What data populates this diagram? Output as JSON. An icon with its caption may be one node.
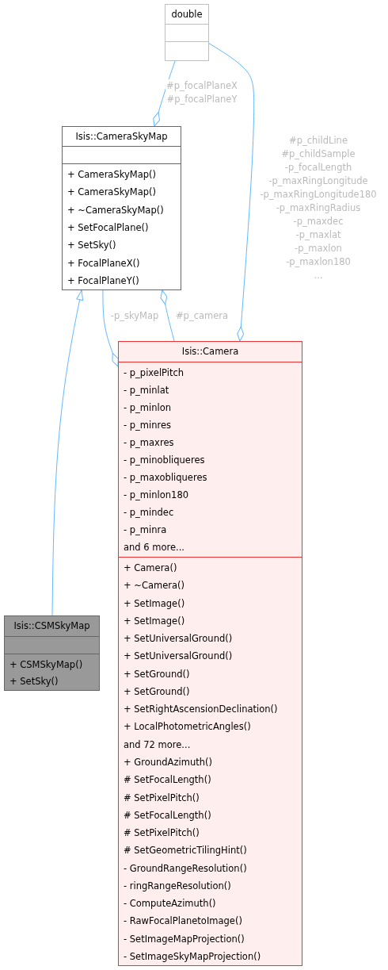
{
  "diagram": {
    "nodes": [
      {
        "text": [
          "double"
        ]
      },
      {
        "text": [
          "Isis::CameraSkyMap",
          "+ CameraSkyMap()",
          "+ CameraSkyMap()",
          "+ ~CameraSkyMap()",
          "+ SetFocalPlane()",
          "+ SetSky()",
          "+ FocalPlaneX()",
          "+ FocalPlaneY()"
        ]
      },
      {
        "text": [
          "Isis::Camera",
          "- p_pixelPitch",
          "- p_minlat",
          "- p_minlon",
          "- p_minres",
          "- p_maxres",
          "- p_minobliqueres",
          "- p_maxobliqueres",
          "- p_minlon180",
          "- p_mindec",
          "- p_minra",
          "and 6 more...",
          "+ Camera()",
          "+ ~Camera()",
          "+ SetImage()",
          "+ SetImage()",
          "+ SetUniversalGround()",
          "+ SetUniversalGround()",
          "+ SetGround()",
          "+ SetGround()",
          "+ SetRightAscensionDeclination()",
          "+ LocalPhotometricAngles()",
          "and 72 more...",
          "+ GroundAzimuth()",
          "# SetFocalLength()",
          "# SetPixelPitch()",
          "# SetFocalLength()",
          "# SetPixelPitch()",
          "# SetGeometricTilingHint()",
          "- GroundRangeResolution()",
          "- ringRangeResolution()",
          "- ComputeAzimuth()",
          "- RawFocalPlanetoImage()",
          "- SetImageMapProjection()",
          "- SetImageSkyMapProjection()"
        ]
      },
      {
        "text": [
          "Isis::CSMSkyMap",
          "+ CSMSkyMap()",
          "+ SetSky()"
        ]
      }
    ],
    "edges": [
      {
        "from": 0,
        "to": 1,
        "arrow": "other",
        "label": "#p_focalPlaneX #p_focalPlaneY"
      },
      {
        "from": 0,
        "to": 2,
        "arrow": "other",
        "label": "#p_childLine #p_childSample -p_focalLength -p_maxRingLongitude -p_maxRingLongitude180 -p_maxRingRadius -p_maxdec -p_maxlat -p_maxlon -p_maxlon180 ..."
      },
      {
        "from": 1,
        "to": 2,
        "arrow": "other",
        "label": "-p_skyMap"
      },
      {
        "from": 2,
        "to": 1,
        "arrow": "other",
        "label": "#p_camera"
      },
      {
        "from": 3,
        "to": 1,
        "arrow": "to"
      }
    ]
  }
}
